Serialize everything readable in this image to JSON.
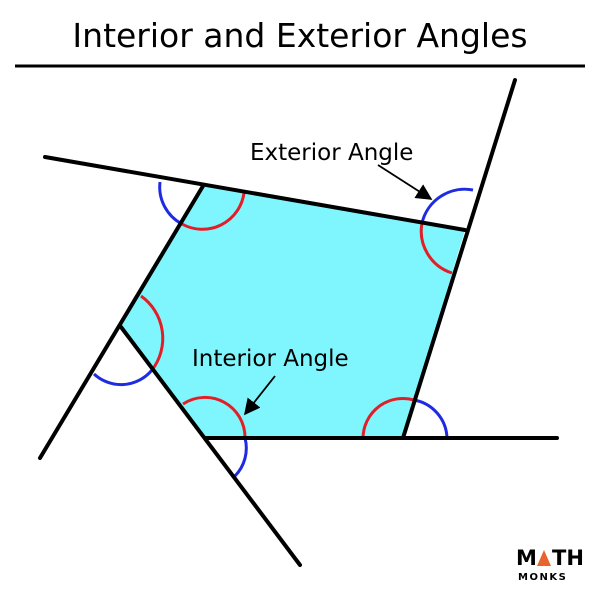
{
  "title": "Interior and Exterior Angles",
  "labels": {
    "exterior": "Exterior Angle",
    "interior": "Interior Angle"
  },
  "logo": {
    "top_left": "M",
    "top_right": "TH",
    "bottom": "MONKS",
    "accent_color": "#e8642c"
  },
  "colors": {
    "polygon_fill": "#7ff6fe",
    "interior_arc": "#e21f26",
    "exterior_arc": "#1f2be0",
    "line": "#000000"
  }
}
